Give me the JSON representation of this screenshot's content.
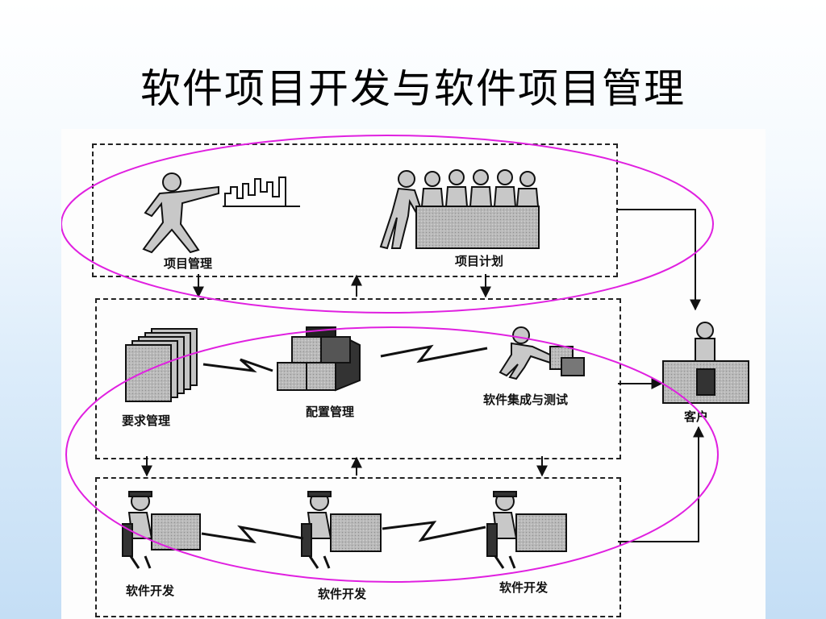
{
  "slide": {
    "title": "软件项目开发与软件项目管理"
  },
  "diagram": {
    "top_panel": {
      "labels": [
        "项目管理",
        "项目计划"
      ]
    },
    "middle_panel": {
      "labels": [
        "要求管理",
        "配置管理",
        "软件集成与测试"
      ]
    },
    "bottom_panel": {
      "labels": [
        "软件开发",
        "软件开发",
        "软件开发"
      ]
    },
    "customer": {
      "label": "客户"
    }
  },
  "colors": {
    "ellipse": "#e020e0",
    "panel_border": "#222222",
    "figure_fill": "#b5b5b5"
  }
}
